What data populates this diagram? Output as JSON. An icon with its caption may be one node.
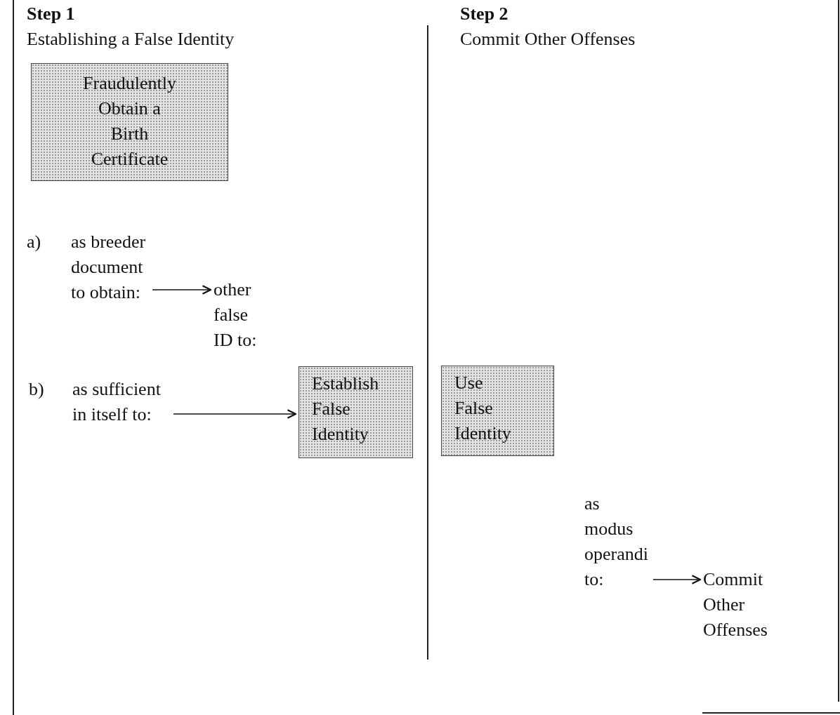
{
  "diagram": {
    "nodes": [
      {
        "text": [
          "Fraudulently Obtain a Birth Certificate"
        ]
      },
      {
        "text": [
          "as breeder document to obtain:"
        ]
      },
      {
        "text": [
          "other false ID to:"
        ]
      },
      {
        "text": [
          "as sufficient in itself to:"
        ]
      },
      {
        "text": [
          "Establish False Identity"
        ]
      },
      {
        "text": [
          "Use False Identity"
        ]
      },
      {
        "text": [
          "as modus operandi to:"
        ]
      },
      {
        "text": [
          "Commit Other Offenses"
        ]
      }
    ],
    "edges": [
      {
        "from": 1,
        "to": 2,
        "arrow": "to"
      },
      {
        "from": 3,
        "to": 4,
        "arrow": "to"
      },
      {
        "from": 6,
        "to": 7,
        "arrow": "to"
      }
    ],
    "labels": [
      "Step 1",
      "Establishing a False Identity",
      "Step 2",
      "Commit Other Offenses",
      "a)",
      "b)"
    ]
  }
}
